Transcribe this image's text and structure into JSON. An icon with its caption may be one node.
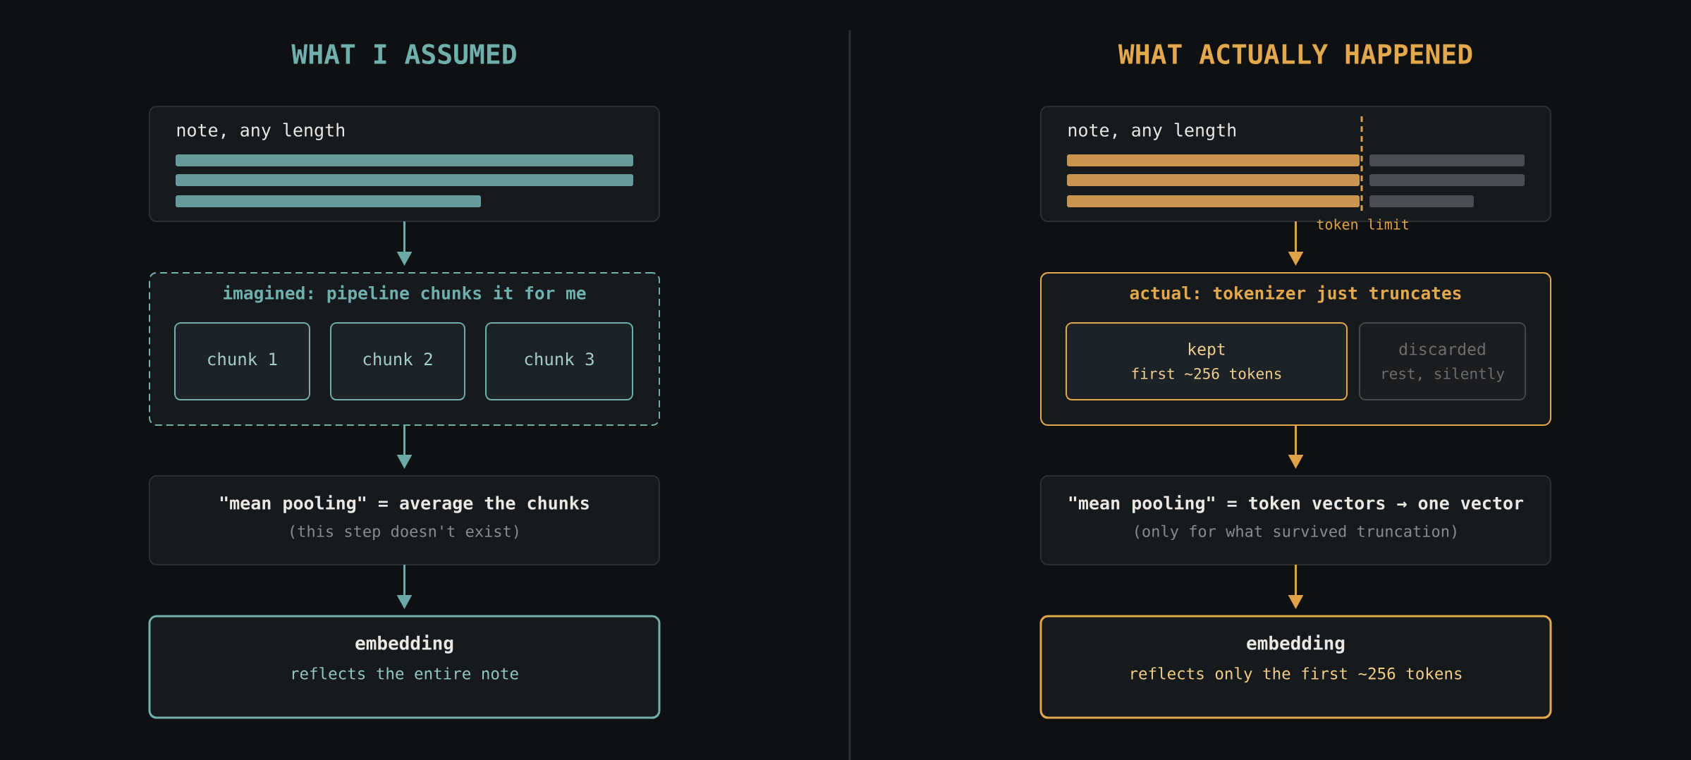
{
  "diagram": {
    "nodes": [
      {
        "text": [
          "note, any length"
        ]
      },
      {
        "text": [
          "imagined: pipeline chunks it for me"
        ]
      },
      {
        "text": [
          "chunk 1"
        ],
        "in": 1
      },
      {
        "text": [
          "chunk 2"
        ],
        "in": 1
      },
      {
        "text": [
          "chunk 3"
        ],
        "in": 1
      },
      {
        "text": [
          "\"mean pooling\" = average the chunks",
          "(this step doesn't exist)"
        ]
      },
      {
        "text": [
          "embedding",
          "reflects the entire note"
        ]
      },
      {
        "text": [
          "note, any length"
        ]
      },
      {
        "text": [
          "actual: tokenizer just truncates"
        ]
      },
      {
        "text": [
          "kept",
          "first ~256 tokens"
        ],
        "in": 8
      },
      {
        "text": [
          "discarded",
          "rest, silently"
        ],
        "in": 8
      },
      {
        "text": [
          "\"mean pooling\" = token vectors → one vector",
          "(only for what survived truncation)"
        ]
      },
      {
        "text": [
          "embedding",
          "reflects only the first ~256 tokens"
        ]
      }
    ],
    "edges": [
      {
        "from": 0,
        "to": 1,
        "arrow": "to",
        "color": "#6aa9a8"
      },
      {
        "from": 1,
        "to": 5,
        "arrow": "to",
        "color": "#6aa9a8"
      },
      {
        "from": 5,
        "to": 6,
        "arrow": "to",
        "color": "#6aa9a8"
      },
      {
        "from": 7,
        "to": 8,
        "arrow": "to",
        "color": "#e0a248"
      },
      {
        "from": 8,
        "to": 11,
        "arrow": "to",
        "color": "#e0a248"
      },
      {
        "from": 11,
        "to": 12,
        "arrow": "to",
        "color": "#e0a248"
      }
    ],
    "labels": [
      "WHAT I ASSUMED",
      "WHAT ACTUALLY HAPPENED",
      "token limit"
    ]
  }
}
